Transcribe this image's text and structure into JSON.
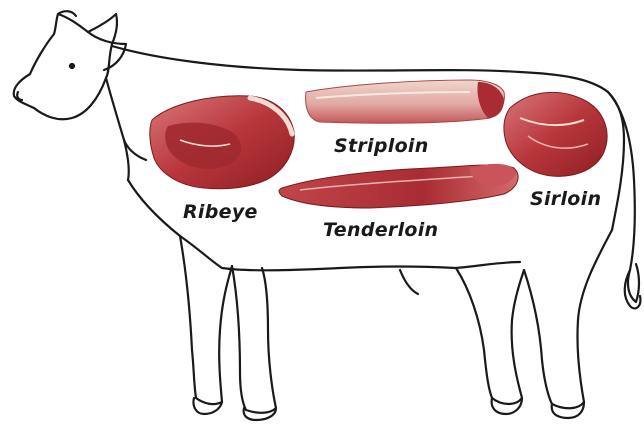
{
  "diagram": {
    "colors": {
      "outline": "#1a1a1a",
      "meat_dark": "#8e1f24",
      "meat_mid": "#b8363a",
      "meat_light": "#d9777a",
      "fat": "#f1dcd2"
    },
    "cuts": [
      {
        "id": "ribeye",
        "label": "Ribeye"
      },
      {
        "id": "striploin",
        "label": "Striploin"
      },
      {
        "id": "tenderloin",
        "label": "Tenderloin"
      },
      {
        "id": "sirloin",
        "label": "Sirloin"
      }
    ]
  }
}
